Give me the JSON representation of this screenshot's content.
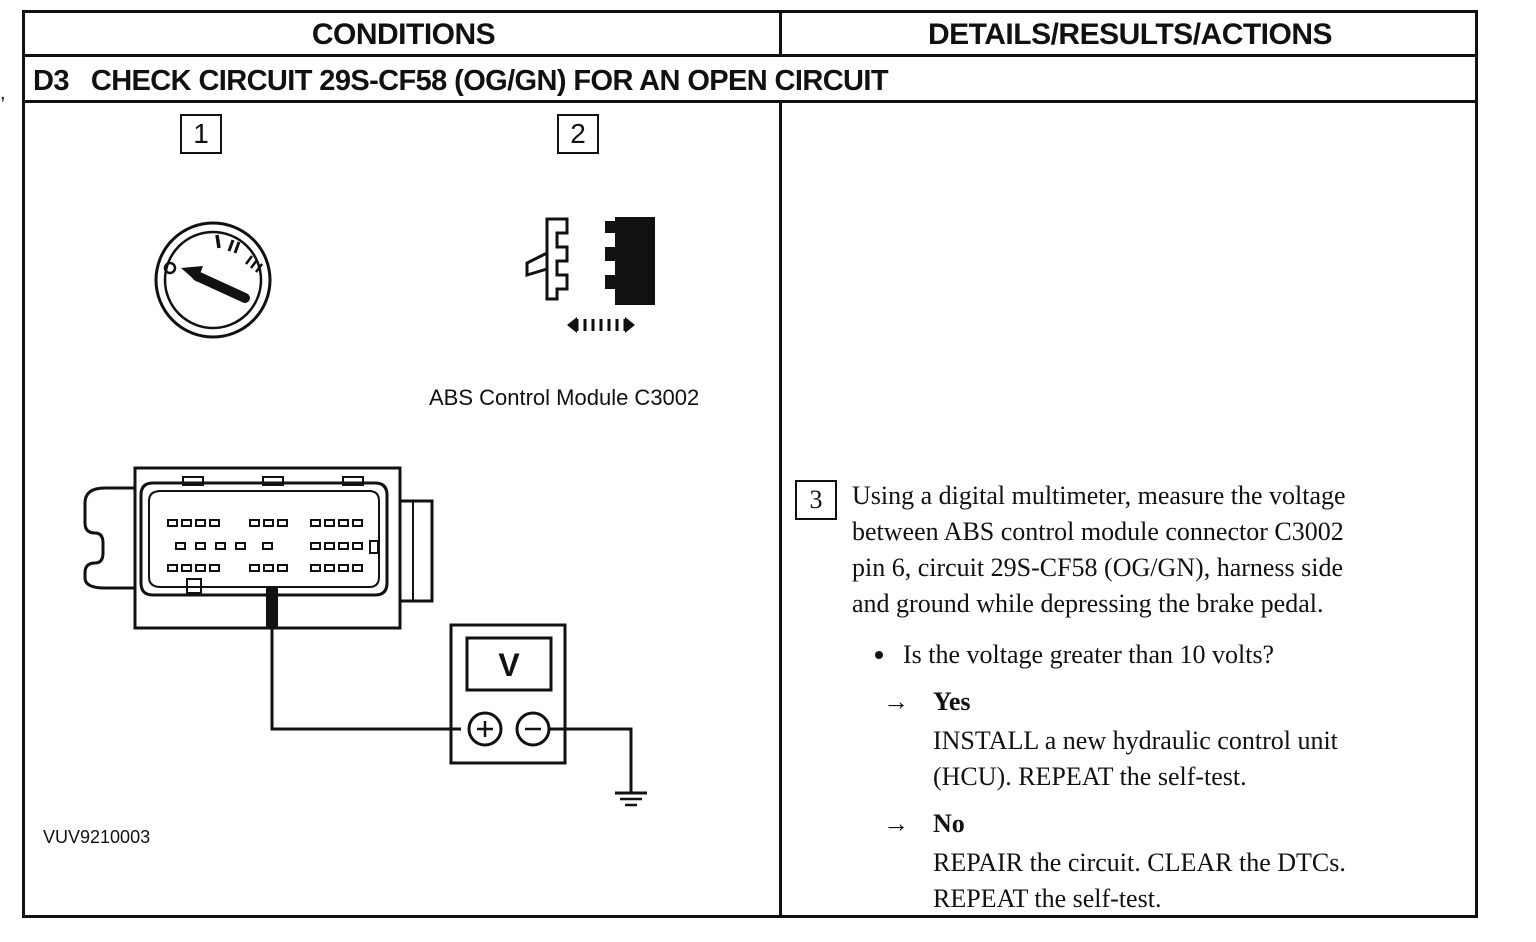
{
  "headers": {
    "conditions": "CONDITIONS",
    "details": "DETAILS/RESULTS/ACTIONS"
  },
  "step": {
    "code": "D3",
    "title": "CHECK CIRCUIT 29S-CF58 (OG/GN) FOR AN OPEN CIRCUIT"
  },
  "figure": {
    "step1": "1",
    "step2": "2",
    "connector_label": "ABS Control Module C3002",
    "meter_label": "V",
    "figure_id": "VUV9210003",
    "icons": [
      "ignition-switch-icon",
      "connector-disconnect-icon",
      "multimeter-icon",
      "ground-icon"
    ]
  },
  "instruction": {
    "step": "3",
    "lines": [
      "Using a digital multimeter, measure the voltage",
      "between ABS control module connector C3002",
      "pin 6, circuit 29S-CF58 (OG/GN), harness side",
      "and ground while depressing the brake pedal."
    ],
    "question": "Is the voltage greater than 10 volts?"
  },
  "results": [
    {
      "answer": "Yes",
      "lines": [
        "INSTALL a new hydraulic control unit",
        "(HCU). REPEAT the self-test."
      ]
    },
    {
      "answer": "No",
      "lines": [
        "REPAIR the circuit. CLEAR the DTCs.",
        "REPEAT the self-test."
      ]
    }
  ]
}
